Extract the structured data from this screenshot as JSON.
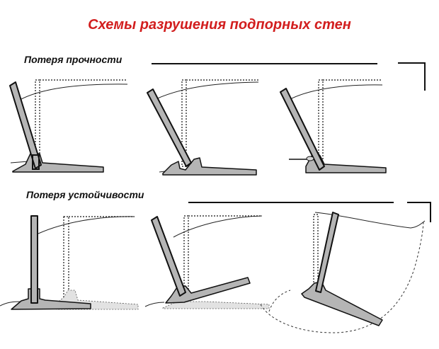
{
  "title": "Схемы разрушения подпорных стен",
  "colors": {
    "title": "#d21e1e",
    "wall": "#b5b5b5",
    "outline": "#111111"
  },
  "groups": [
    {
      "label": "Потеря прочности",
      "schemes": 3
    },
    {
      "label": "Потеря устойчивости",
      "schemes": 3
    }
  ]
}
